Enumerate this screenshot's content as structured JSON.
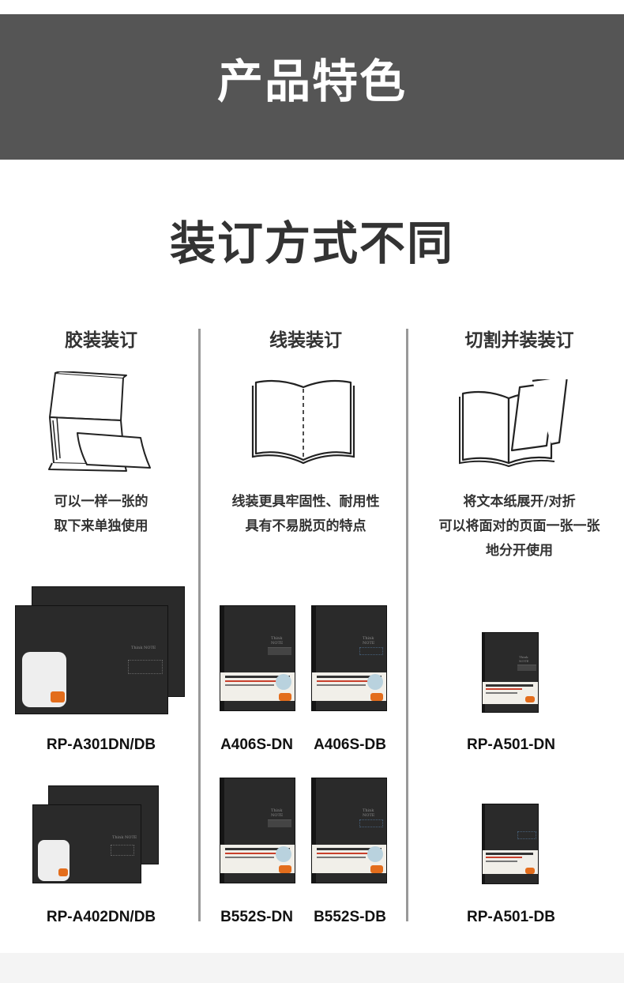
{
  "banner": {
    "title": "产品特色"
  },
  "section": {
    "title": "装订方式不同"
  },
  "columns": [
    {
      "heading": "胶装装订",
      "desc": [
        "可以一样一张的",
        "取下来单独使用"
      ],
      "diagram_icon": "glued-notebook-tear-icon",
      "models": [
        "RP-A301DN/DB",
        "RP-A402DN/DB"
      ]
    },
    {
      "heading": "线装装订",
      "desc": [
        "线装更具牢固性、耐用性",
        "具有不易脱页的特点"
      ],
      "diagram_icon": "stitched-notebook-icon",
      "models": [
        "A406S-DN",
        "A406S-DB",
        "B552S-DN",
        "B552S-DB"
      ]
    },
    {
      "heading": "切割并装装订",
      "desc": [
        "将文本纸展开/对折",
        "可以将面对的页面一张一张",
        "地分开使用"
      ],
      "diagram_icon": "cut-sheet-notebook-icon",
      "models": [
        "RP-A501-DN",
        "RP-A501-DB"
      ]
    }
  ],
  "colors": {
    "banner": "#555555",
    "divider": "#999999",
    "notebook": "#2a2a2a",
    "accent_orange": "#e36d1c"
  },
  "product_brand": "Think NOTE"
}
